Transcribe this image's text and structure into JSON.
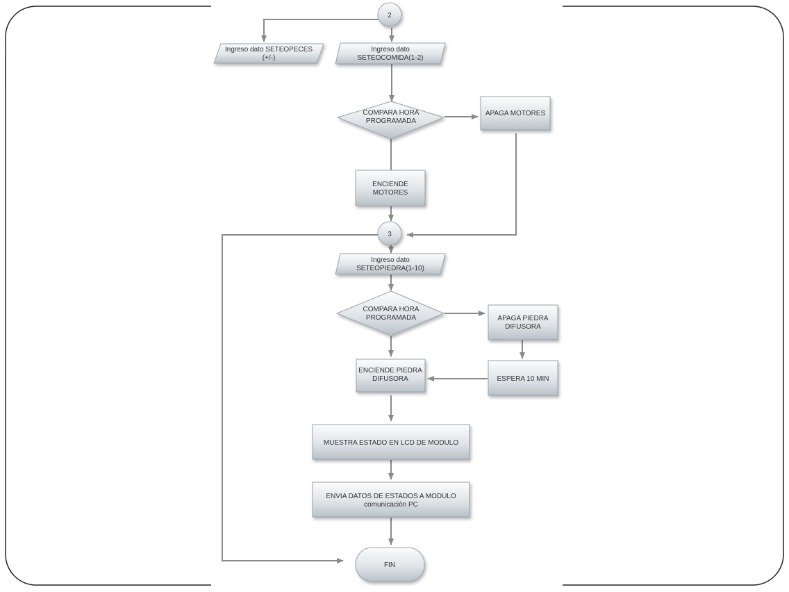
{
  "connectors": {
    "c2": "2",
    "c3": "3"
  },
  "io": {
    "seteopeces": [
      "Ingreso dato SETEOPECES",
      "(+/-)"
    ],
    "seteocomida": [
      "Ingreso dato",
      "SETEOCOMIDA(1-2)"
    ],
    "seteopiedra": [
      "Ingreso dato",
      "SETEOPIEDRA(1-10)"
    ]
  },
  "decisions": {
    "hora1": [
      "COMPARA HORA",
      "PROGRAMADA"
    ],
    "hora2": [
      "COMPARA HORA",
      "PROGRAMADA"
    ]
  },
  "processes": {
    "apaga_motores": "APAGA MOTORES",
    "enciende_motores": [
      "ENCIENDE",
      "MOTORES"
    ],
    "apaga_piedra": [
      "APAGA PIEDRA",
      "DIFUSORA"
    ],
    "enciende_piedra": [
      "ENCIENDE PIEDRA",
      "DIFUSORA"
    ],
    "espera": "ESPERA 10 MIN",
    "muestra_lcd": "MUESTRA ESTADO EN LCD DE MODULO",
    "envia_datos": [
      "ENVIA DATOS DE ESTADOS A MODULO",
      "comunicación PC"
    ]
  },
  "terminal": {
    "fin": "FIN"
  }
}
